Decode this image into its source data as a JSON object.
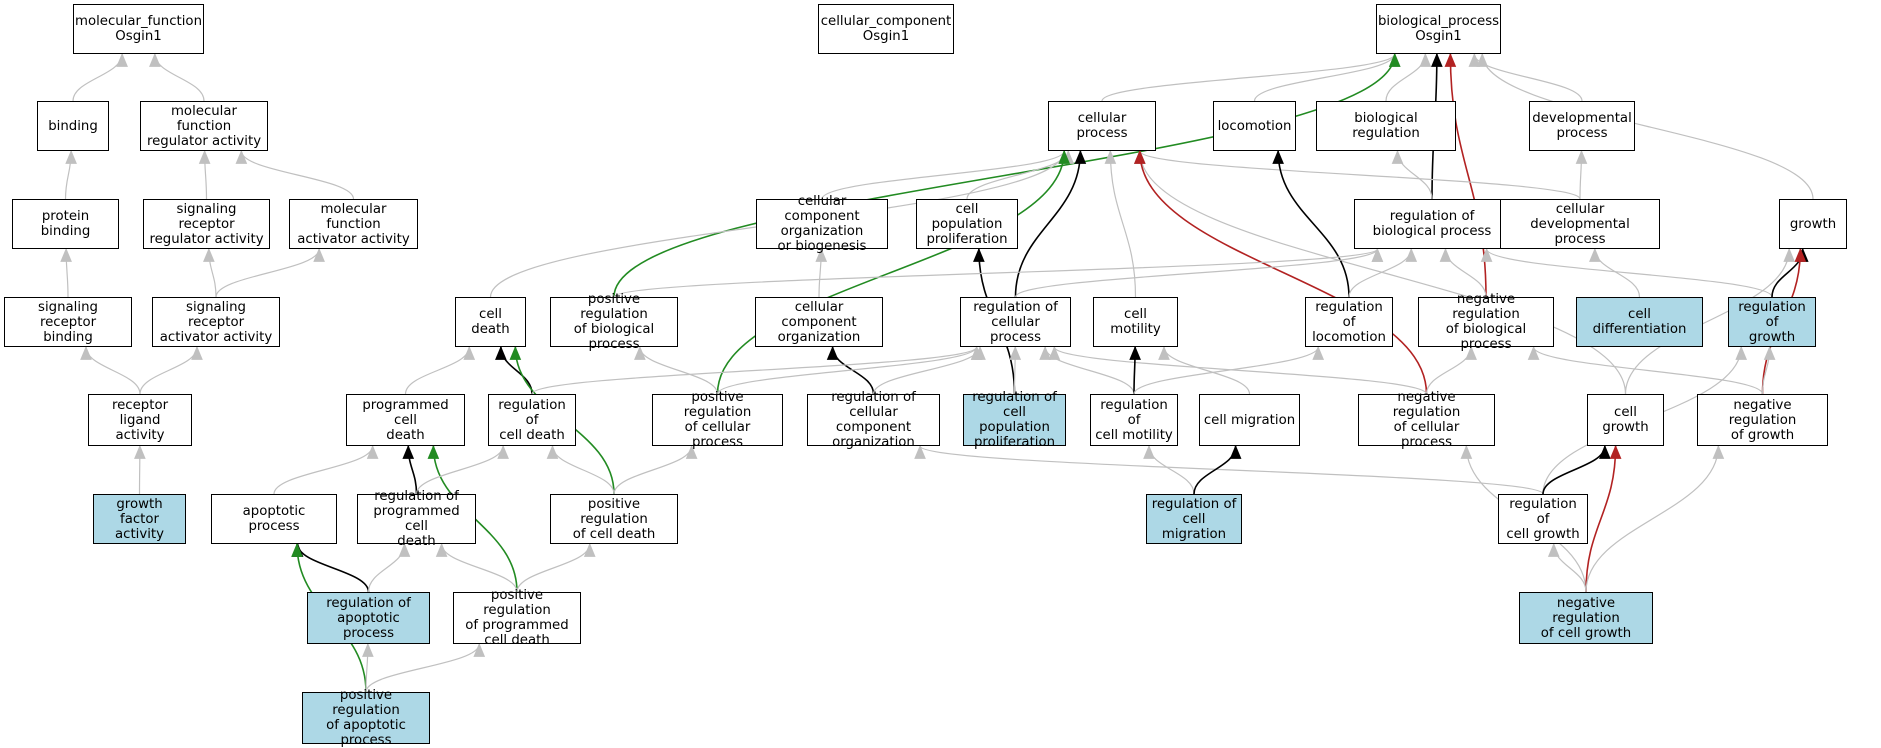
{
  "colors": {
    "highlight": "#add8e6",
    "default_fill": "#ffffff",
    "border": "#000000",
    "edge_is_a": "#c0c0c0",
    "edge_part_of": "#000000",
    "edge_positive": "#228b22",
    "edge_negative": "#b22222"
  },
  "nodes": [
    {
      "id": "mf_root",
      "label": "molecular_function\nOsgin1",
      "hl": false
    },
    {
      "id": "cc_root",
      "label": "cellular_component\nOsgin1",
      "hl": false
    },
    {
      "id": "bp_root",
      "label": "biological_process\nOsgin1",
      "hl": false
    },
    {
      "id": "binding",
      "label": "binding",
      "hl": false
    },
    {
      "id": "mf_reg",
      "label": "molecular function\nregulator activity",
      "hl": false
    },
    {
      "id": "cellular_process",
      "label": "cellular process",
      "hl": false
    },
    {
      "id": "locomotion",
      "label": "locomotion",
      "hl": false
    },
    {
      "id": "bio_reg",
      "label": "biological regulation",
      "hl": false
    },
    {
      "id": "dev_proc",
      "label": "developmental\nprocess",
      "hl": false
    },
    {
      "id": "protein_binding",
      "label": "protein binding",
      "hl": false
    },
    {
      "id": "sig_rec_reg",
      "label": "signaling receptor\nregulator activity",
      "hl": false
    },
    {
      "id": "mf_act",
      "label": "molecular function\nactivator activity",
      "hl": false
    },
    {
      "id": "cc_org",
      "label": "cellular component\norganization\nor biogenesis",
      "hl": false
    },
    {
      "id": "cell_pop_prolif",
      "label": "cell population\nproliferation",
      "hl": false
    },
    {
      "id": "reg_bio_proc",
      "label": "regulation of\nbiological process",
      "hl": false
    },
    {
      "id": "cell_dev_proc",
      "label": "cellular developmental\nprocess",
      "hl": false
    },
    {
      "id": "growth",
      "label": "growth",
      "hl": false
    },
    {
      "id": "sig_rec_binding",
      "label": "signaling receptor\nbinding",
      "hl": false
    },
    {
      "id": "sig_rec_act",
      "label": "signaling receptor\nactivator activity",
      "hl": false
    },
    {
      "id": "cell_death",
      "label": "cell death",
      "hl": false
    },
    {
      "id": "pos_reg_bio",
      "label": "positive regulation\nof biological\nprocess",
      "hl": false
    },
    {
      "id": "cc_organization",
      "label": "cellular component\norganization",
      "hl": false
    },
    {
      "id": "reg_cell_proc",
      "label": "regulation of\ncellular process",
      "hl": false
    },
    {
      "id": "cell_motility",
      "label": "cell motility",
      "hl": false
    },
    {
      "id": "reg_locomotion",
      "label": "regulation of\nlocomotion",
      "hl": false
    },
    {
      "id": "neg_reg_bio",
      "label": "negative regulation\nof biological\nprocess",
      "hl": false
    },
    {
      "id": "cell_diff",
      "label": "cell differentiation",
      "hl": true
    },
    {
      "id": "reg_growth",
      "label": "regulation of\ngrowth",
      "hl": true
    },
    {
      "id": "receptor_ligand",
      "label": "receptor ligand\nactivity",
      "hl": false
    },
    {
      "id": "prog_cell_death",
      "label": "programmed cell\ndeath",
      "hl": false
    },
    {
      "id": "reg_cell_death",
      "label": "regulation of\ncell death",
      "hl": false
    },
    {
      "id": "pos_reg_cell_proc",
      "label": "positive regulation\nof cellular\nprocess",
      "hl": false
    },
    {
      "id": "reg_cc_org",
      "label": "regulation of\ncellular component\norganization",
      "hl": false
    },
    {
      "id": "reg_cell_pop_prolif",
      "label": "regulation of\ncell population\nproliferation",
      "hl": true
    },
    {
      "id": "reg_cell_motility",
      "label": "regulation of\ncell motility",
      "hl": false
    },
    {
      "id": "cell_migration",
      "label": "cell migration",
      "hl": false
    },
    {
      "id": "neg_reg_cell_proc",
      "label": "negative regulation\nof cellular\nprocess",
      "hl": false
    },
    {
      "id": "cell_growth",
      "label": "cell growth",
      "hl": false
    },
    {
      "id": "neg_reg_growth",
      "label": "negative regulation\nof growth",
      "hl": false
    },
    {
      "id": "growth_factor",
      "label": "growth factor\nactivity",
      "hl": true
    },
    {
      "id": "apoptotic",
      "label": "apoptotic process",
      "hl": false
    },
    {
      "id": "reg_prog_cell_death",
      "label": "regulation of\nprogrammed cell\ndeath",
      "hl": false
    },
    {
      "id": "pos_reg_cell_death",
      "label": "positive regulation\nof cell death",
      "hl": false
    },
    {
      "id": "reg_cell_migration",
      "label": "regulation of\ncell migration",
      "hl": true
    },
    {
      "id": "reg_cell_growth",
      "label": "regulation of\ncell growth",
      "hl": false
    },
    {
      "id": "reg_apoptotic",
      "label": "regulation of\napoptotic process",
      "hl": true
    },
    {
      "id": "pos_reg_prog_cell_death",
      "label": "positive regulation\nof programmed\ncell death",
      "hl": false
    },
    {
      "id": "neg_reg_cell_growth",
      "label": "negative regulation\nof cell growth",
      "hl": true
    },
    {
      "id": "pos_reg_apoptotic",
      "label": "positive regulation\nof apoptotic\nprocess",
      "hl": true
    }
  ],
  "edges": [
    {
      "from": "binding",
      "to": "mf_root",
      "type": "is_a"
    },
    {
      "from": "mf_reg",
      "to": "mf_root",
      "type": "is_a"
    },
    {
      "from": "protein_binding",
      "to": "binding",
      "type": "is_a"
    },
    {
      "from": "sig_rec_reg",
      "to": "mf_reg",
      "type": "is_a"
    },
    {
      "from": "mf_act",
      "to": "mf_reg",
      "type": "is_a"
    },
    {
      "from": "sig_rec_binding",
      "to": "protein_binding",
      "type": "is_a"
    },
    {
      "from": "sig_rec_act",
      "to": "sig_rec_reg",
      "type": "is_a"
    },
    {
      "from": "sig_rec_act",
      "to": "mf_act",
      "type": "is_a"
    },
    {
      "from": "receptor_ligand",
      "to": "sig_rec_binding",
      "type": "is_a"
    },
    {
      "from": "receptor_ligand",
      "to": "sig_rec_act",
      "type": "is_a"
    },
    {
      "from": "growth_factor",
      "to": "receptor_ligand",
      "type": "is_a"
    },
    {
      "from": "cellular_process",
      "to": "bp_root",
      "type": "is_a"
    },
    {
      "from": "locomotion",
      "to": "bp_root",
      "type": "is_a"
    },
    {
      "from": "bio_reg",
      "to": "bp_root",
      "type": "is_a"
    },
    {
      "from": "dev_proc",
      "to": "bp_root",
      "type": "is_a"
    },
    {
      "from": "growth",
      "to": "bp_root",
      "type": "is_a"
    },
    {
      "from": "reg_bio_proc",
      "to": "bp_root",
      "type": "part_of"
    },
    {
      "from": "pos_reg_bio",
      "to": "bp_root",
      "type": "positive"
    },
    {
      "from": "neg_reg_bio",
      "to": "bp_root",
      "type": "negative"
    },
    {
      "from": "cc_org",
      "to": "cellular_process",
      "type": "is_a"
    },
    {
      "from": "cell_pop_prolif",
      "to": "cellular_process",
      "type": "is_a"
    },
    {
      "from": "cell_dev_proc",
      "to": "cellular_process",
      "type": "is_a"
    },
    {
      "from": "cell_death",
      "to": "cellular_process",
      "type": "is_a"
    },
    {
      "from": "cell_motility",
      "to": "cellular_process",
      "type": "is_a"
    },
    {
      "from": "cell_growth",
      "to": "cellular_process",
      "type": "is_a"
    },
    {
      "from": "reg_cell_proc",
      "to": "cellular_process",
      "type": "part_of"
    },
    {
      "from": "pos_reg_cell_proc",
      "to": "cellular_process",
      "type": "positive"
    },
    {
      "from": "neg_reg_cell_proc",
      "to": "cellular_process",
      "type": "negative"
    },
    {
      "from": "reg_bio_proc",
      "to": "bio_reg",
      "type": "is_a"
    },
    {
      "from": "cell_dev_proc",
      "to": "dev_proc",
      "type": "is_a"
    },
    {
      "from": "reg_locomotion",
      "to": "locomotion",
      "type": "part_of"
    },
    {
      "from": "cc_organization",
      "to": "cc_org",
      "type": "is_a"
    },
    {
      "from": "reg_cell_pop_prolif",
      "to": "cell_pop_prolif",
      "type": "part_of"
    },
    {
      "from": "pos_reg_bio",
      "to": "reg_bio_proc",
      "type": "is_a"
    },
    {
      "from": "reg_cell_proc",
      "to": "reg_bio_proc",
      "type": "is_a"
    },
    {
      "from": "reg_locomotion",
      "to": "reg_bio_proc",
      "type": "is_a"
    },
    {
      "from": "neg_reg_bio",
      "to": "reg_bio_proc",
      "type": "is_a"
    },
    {
      "from": "reg_growth",
      "to": "reg_bio_proc",
      "type": "is_a"
    },
    {
      "from": "cell_diff",
      "to": "cell_dev_proc",
      "type": "is_a"
    },
    {
      "from": "reg_growth",
      "to": "growth",
      "type": "part_of"
    },
    {
      "from": "cell_growth",
      "to": "growth",
      "type": "is_a"
    },
    {
      "from": "neg_reg_growth",
      "to": "growth",
      "type": "negative"
    },
    {
      "from": "prog_cell_death",
      "to": "cell_death",
      "type": "is_a"
    },
    {
      "from": "reg_cell_death",
      "to": "cell_death",
      "type": "part_of"
    },
    {
      "from": "pos_reg_cell_death",
      "to": "cell_death",
      "type": "positive"
    },
    {
      "from": "pos_reg_cell_proc",
      "to": "pos_reg_bio",
      "type": "is_a"
    },
    {
      "from": "reg_cc_org",
      "to": "cc_organization",
      "type": "part_of"
    },
    {
      "from": "reg_cell_death",
      "to": "reg_cell_proc",
      "type": "is_a"
    },
    {
      "from": "pos_reg_cell_proc",
      "to": "reg_cell_proc",
      "type": "is_a"
    },
    {
      "from": "reg_cc_org",
      "to": "reg_cell_proc",
      "type": "is_a"
    },
    {
      "from": "reg_cell_pop_prolif",
      "to": "reg_cell_proc",
      "type": "is_a"
    },
    {
      "from": "reg_cell_motility",
      "to": "reg_cell_proc",
      "type": "is_a"
    },
    {
      "from": "neg_reg_cell_proc",
      "to": "reg_cell_proc",
      "type": "is_a"
    },
    {
      "from": "reg_cell_motility",
      "to": "cell_motility",
      "type": "part_of"
    },
    {
      "from": "cell_migration",
      "to": "cell_motility",
      "type": "is_a"
    },
    {
      "from": "reg_cell_motility",
      "to": "reg_locomotion",
      "type": "is_a"
    },
    {
      "from": "neg_reg_cell_proc",
      "to": "neg_reg_bio",
      "type": "is_a"
    },
    {
      "from": "neg_reg_growth",
      "to": "neg_reg_bio",
      "type": "is_a"
    },
    {
      "from": "neg_reg_growth",
      "to": "reg_growth",
      "type": "is_a"
    },
    {
      "from": "reg_cell_growth",
      "to": "reg_growth",
      "type": "is_a"
    },
    {
      "from": "reg_prog_cell_death",
      "to": "prog_cell_death",
      "type": "part_of"
    },
    {
      "from": "pos_reg_prog_cell_death",
      "to": "prog_cell_death",
      "type": "positive"
    },
    {
      "from": "apoptotic",
      "to": "prog_cell_death",
      "type": "is_a"
    },
    {
      "from": "reg_prog_cell_death",
      "to": "reg_cell_death",
      "type": "is_a"
    },
    {
      "from": "pos_reg_cell_death",
      "to": "reg_cell_death",
      "type": "is_a"
    },
    {
      "from": "pos_reg_cell_death",
      "to": "pos_reg_cell_proc",
      "type": "is_a"
    },
    {
      "from": "reg_cell_growth",
      "to": "reg_cc_org",
      "type": "is_a"
    },
    {
      "from": "reg_cell_migration",
      "to": "reg_cell_motility",
      "type": "is_a"
    },
    {
      "from": "reg_cell_migration",
      "to": "cell_migration",
      "type": "part_of"
    },
    {
      "from": "neg_reg_cell_growth",
      "to": "neg_reg_cell_proc",
      "type": "is_a"
    },
    {
      "from": "reg_cell_growth",
      "to": "cell_growth",
      "type": "part_of"
    },
    {
      "from": "neg_reg_cell_growth",
      "to": "cell_growth",
      "type": "negative"
    },
    {
      "from": "neg_reg_cell_growth",
      "to": "neg_reg_growth",
      "type": "is_a"
    },
    {
      "from": "reg_apoptotic",
      "to": "apoptotic",
      "type": "part_of"
    },
    {
      "from": "pos_reg_apoptotic",
      "to": "apoptotic",
      "type": "positive"
    },
    {
      "from": "reg_apoptotic",
      "to": "reg_prog_cell_death",
      "type": "is_a"
    },
    {
      "from": "pos_reg_prog_cell_death",
      "to": "reg_prog_cell_death",
      "type": "is_a"
    },
    {
      "from": "pos_reg_prog_cell_death",
      "to": "pos_reg_cell_death",
      "type": "is_a"
    },
    {
      "from": "neg_reg_cell_growth",
      "to": "reg_cell_growth",
      "type": "is_a"
    },
    {
      "from": "pos_reg_apoptotic",
      "to": "reg_apoptotic",
      "type": "is_a"
    },
    {
      "from": "pos_reg_apoptotic",
      "to": "pos_reg_prog_cell_death",
      "type": "is_a"
    }
  ]
}
